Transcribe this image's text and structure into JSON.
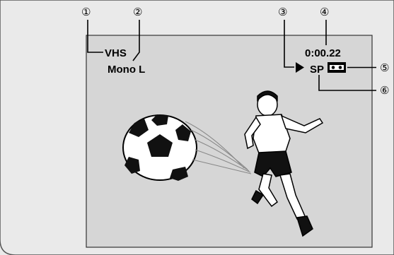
{
  "osd": {
    "mode": "VHS",
    "audio": "Mono L",
    "play_symbol": "▶",
    "speed": "SP",
    "counter": "0:00.22"
  },
  "callouts": [
    "①",
    "②",
    "③",
    "④",
    "⑤",
    "⑥"
  ],
  "icons": {
    "cassette": "cassette-icon",
    "play": "play-icon"
  },
  "colors": {
    "panel": "#eaeaea",
    "screen": "#d6d6d6",
    "ink": "#000000"
  }
}
